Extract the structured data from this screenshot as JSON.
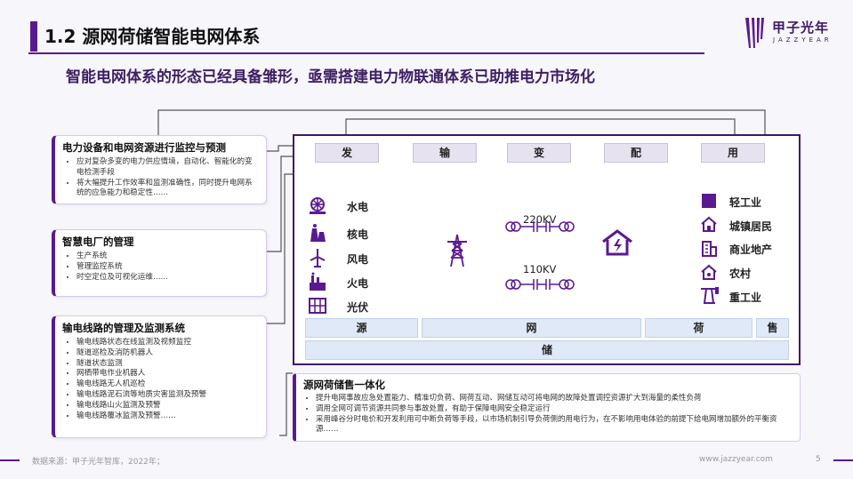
{
  "header": {
    "title": "1.2 源网荷储智能电网体系"
  },
  "logo": {
    "name": "甲子光年",
    "sub": "JAZZYEAR"
  },
  "subtitle": "智能电网体系的形态已经具备雏形，亟需搭建电力物联通体系已助推电力市场化",
  "left_panels": [
    {
      "title": "电力设备和电网资源进行监控与预测",
      "items": [
        "应对复杂多变的电力供应情境，自动化、智能化的变电检测手段",
        "将大幅提升工作效率和监测准确性，同时提升电网系统的应急能力和稳定性……"
      ]
    },
    {
      "title": "智慧电厂的管理",
      "items": [
        "生产系统",
        "管理监控系统",
        "时空定位及可视化运维……"
      ]
    },
    {
      "title": "输电线路的管理及监测系统",
      "items": [
        "输电线路状态在线监测及视频监控",
        "隧道巡检及消防机器人",
        "隧道状态监测",
        "网栖带电作业机器人",
        "输电线路无人机巡检",
        "输电线路泥石流等地质灾害监测及预警",
        "输电线路山火监测及预警",
        "输电线路覆冰监测及预警……"
      ]
    }
  ],
  "stages": [
    "发",
    "输",
    "变",
    "配",
    "用"
  ],
  "generation": [
    {
      "label": "水电",
      "icon": "hydro-dam-icon"
    },
    {
      "label": "核电",
      "icon": "nuclear-plant-icon"
    },
    {
      "label": "风电",
      "icon": "wind-turbine-icon"
    },
    {
      "label": "火电",
      "icon": "thermal-plant-icon"
    },
    {
      "label": "光伏",
      "icon": "solar-panel-icon"
    }
  ],
  "voltages": [
    "220KV",
    "110KV"
  ],
  "consumers": [
    {
      "label": "轻工业",
      "icon": "light-industry-icon"
    },
    {
      "label": "城镇居民",
      "icon": "house-icon"
    },
    {
      "label": "商业地产",
      "icon": "commercial-building-icon"
    },
    {
      "label": "农村",
      "icon": "rural-house-icon"
    },
    {
      "label": "重工业",
      "icon": "heavy-industry-icon"
    }
  ],
  "bands_top": [
    "源",
    "网",
    "荷",
    "售"
  ],
  "band_bottom": "储",
  "bottom_panel": {
    "title": "源网荷储售一体化",
    "items": [
      "提升电网事故应急处置能力、精准切负荷、网荷互动、网储互动可将电网的故障处置调控资源扩大到海量的柔性负荷",
      "调用全网可调节资源共同参与事故处置，有助于保障电网安全稳定运行",
      "采用峰谷分时电价和开发利用可中断负荷等手段，以市场机制引导负荷侧的用电行为，在不影响用电体验的前提下给电网增加额外的平衡资源……"
    ]
  },
  "footer": {
    "source": "数据来源：甲子光年智库，2022年；",
    "url": "www.jazzyear.com",
    "page": "5"
  },
  "colors": {
    "accent": "#5a1a8f",
    "frame": "#3e1866",
    "band": "#dfe9f7",
    "stage": "#e6e2ef"
  }
}
